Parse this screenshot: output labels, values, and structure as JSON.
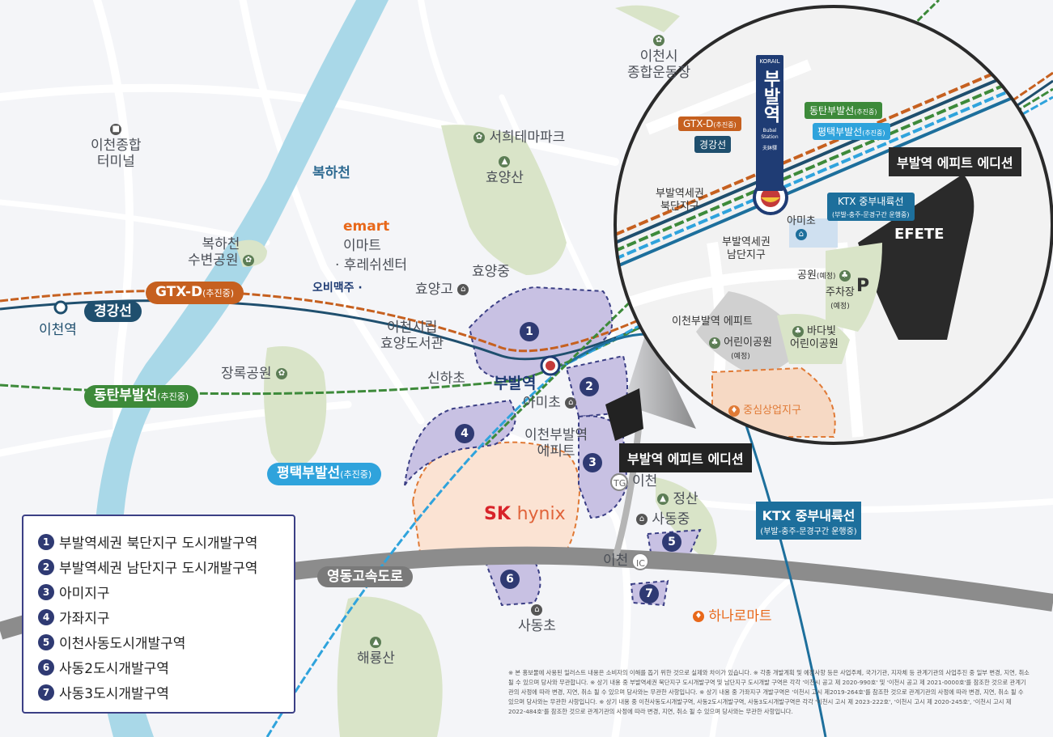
{
  "colors": {
    "gtx_d": "#c6601f",
    "gyeonggang": "#1f4f6e",
    "dongtan_bubal": "#3d8a3a",
    "pyeongtaek_bubal": "#2fa3dc",
    "ktx": "#1d6f9c",
    "highway": "#8c8c8c",
    "river": "#a9d8e8",
    "park": "#d9e4c8",
    "district_fill": "#c8c1e3",
    "district_border": "#3b3f85",
    "hynix_fill": "#fbe3d3",
    "hynix_border": "#e07a36"
  },
  "places": {
    "icheon_sports": "이천시\n종합운동장",
    "icheon_terminal": "이천종합\n터미널",
    "bokhacheon": "복하천",
    "seohui_themepark": "서희테마파크",
    "hyoyangsan": "효양산",
    "emart_logo": "emart",
    "emart": "이마트",
    "refresh_center": "· 후레쉬센터",
    "ob_beer": "오비맥주 ·",
    "bokhacheon_park": "복하천\n수변공원",
    "hyoyang_middle": "효양중",
    "hyoyang_high": "효양고",
    "icheon_library": "이천시립\n효양도서관",
    "jangrok_park": "장록공원",
    "sinha_elem": "신하초",
    "bubal_station": "부발역",
    "ami_elem": "아미초",
    "icheon_bubal_efete": "이천부발역\n에피트",
    "icheon_station": "이천역",
    "icheon_tg": "이천",
    "jeongsan": "정산",
    "sadong_middle": "사동중",
    "icheon_ic": "이천",
    "sadong_elem": "사동초",
    "hanaro_mart": "하나로마트",
    "haeryongsan": "해룡산",
    "tg": "TG",
    "ic": "IC"
  },
  "lines": {
    "gtx_d": "GTX-D",
    "gtx_d_status": "(추진중)",
    "gyeonggang": "경강선",
    "dongtan_bubal": "동탄부발선",
    "dongtan_status": "(추진중)",
    "pyeongtaek_bubal": "평택부발선",
    "pyeongtaek_status": "(추진중)",
    "ktx_title": "KTX 중부내륙선",
    "ktx_sub": "(부발-충주-문경구간 운행중)",
    "highway": "영동고속도로"
  },
  "callouts": {
    "main": "부발역 에피트 에디션"
  },
  "hynix": {
    "sk": "SK",
    "hynix": "hynix"
  },
  "districts": [
    {
      "num": "1",
      "label": "부발역세권 북단지구 도시개발구역"
    },
    {
      "num": "2",
      "label": "부발역세권 남단지구 도시개발구역"
    },
    {
      "num": "3",
      "label": "아미지구"
    },
    {
      "num": "4",
      "label": "가좌지구"
    },
    {
      "num": "5",
      "label": "이천사동도시개발구역"
    },
    {
      "num": "6",
      "label": "사동2도시개발구역"
    },
    {
      "num": "7",
      "label": "사동3도시개발구역"
    }
  ],
  "inset": {
    "korail": "KORAIL",
    "station_name": "부발역",
    "station_en": "Bubal Station",
    "station_hanja": "夫鉢驛",
    "gtx_d": "GTX-D",
    "gtx_d_status": "(추진중)",
    "gyeonggang": "경강선",
    "dongtan": "동탄부발선",
    "dongtan_status": "(추진중)",
    "pyeongtaek": "평택부발선",
    "pyeongtaek_status": "(추진중)",
    "ktx": "KTX 중부내륙선",
    "ktx_sub": "(부발-충주-문경구간 운행중)",
    "north_district": "부발역세권\n북단지구",
    "south_district": "부발역세권\n남단지구",
    "ami_elem": "아미초",
    "efete": "EFETE",
    "callout": "부발역 에피트 에디션",
    "park": "공원",
    "park_status": "(예정)",
    "parking": "주차장",
    "parking_status": "(예정)",
    "parking_icon": "P",
    "icheon_bubal_efete": "이천부발역 에피트",
    "kids_park": "어린이공원",
    "kids_park_status": "(예정)",
    "badabit_park": "바다빛\n어린이공원",
    "commercial": "중심상업지구"
  },
  "disclaimer": "※ 본 홍보물에 사용된 일러스트 내용은 소비자의 이해를 돕기 위한 것으로 실제와 차이가 있습니다. ※ 각종 개발계획 및 예정사항 등은 사업주체, 국가기관, 지자체 등 관계기관의 사업추진 중 일부 변경, 지연, 취소 될 수 있으며 당사와 무관합니다. ※ 상기 내용 중 부발역세권 북단지구 도시개발구역 및 남단지구 도시개발 구역은 각각 '이천시 공고 제 2020-990호' 및 '이천시 공고 제 2021-0000호'를 참조한 것으로 관계기관의 사정에 따라 변경, 지연, 취소 될 수 있으며 당사와는 무관한 사항입니다. ※ 상기 내용 중 가좌지구 개발구역은 '이천시 고시 제2019-264호'를 참조한 것으로 관계기관의 사정에 따라 변경, 지연, 취소 될 수 있으며 당사와는 무관한 사항입니다. ※ 상기 내용 중 이천사동도시개발구역, 사동2도시개발구역, 사동3도시개발구역은 각각 '이천시 고시 제 2023-222호', '이천시 고시 제 2020-245호', '이천시 고시 제 2022-484호'를 참조한 것으로 관계기관의 사정에 따라 변경, 지연, 취소 될 수 있으며 당사와는 무관한 사항입니다."
}
